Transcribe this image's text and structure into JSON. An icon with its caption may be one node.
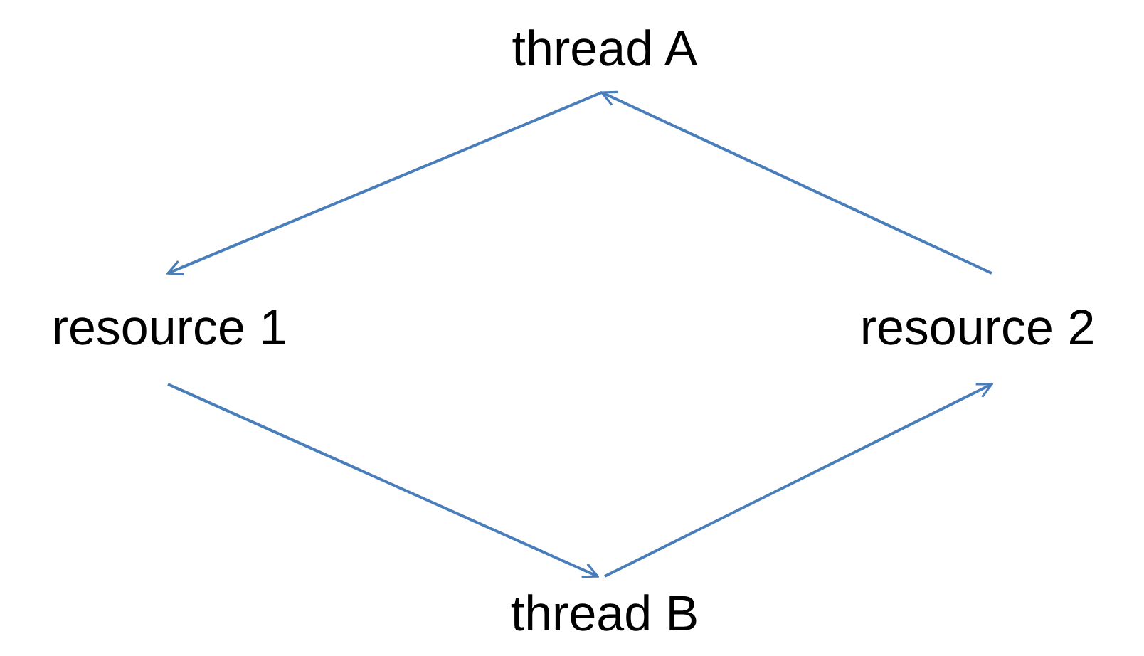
{
  "diagram": {
    "nodes": [
      {
        "text": [
          "thread A"
        ]
      },
      {
        "text": [
          "resource 1"
        ]
      },
      {
        "text": [
          "resource 2"
        ]
      },
      {
        "text": [
          "thread B"
        ]
      }
    ],
    "edges": [
      {
        "from": 0,
        "to": 1,
        "arrow": "to"
      },
      {
        "from": 1,
        "to": 3,
        "arrow": "to"
      },
      {
        "from": 3,
        "to": 2,
        "arrow": "to"
      },
      {
        "from": 2,
        "to": 0,
        "arrow": "to"
      }
    ]
  }
}
